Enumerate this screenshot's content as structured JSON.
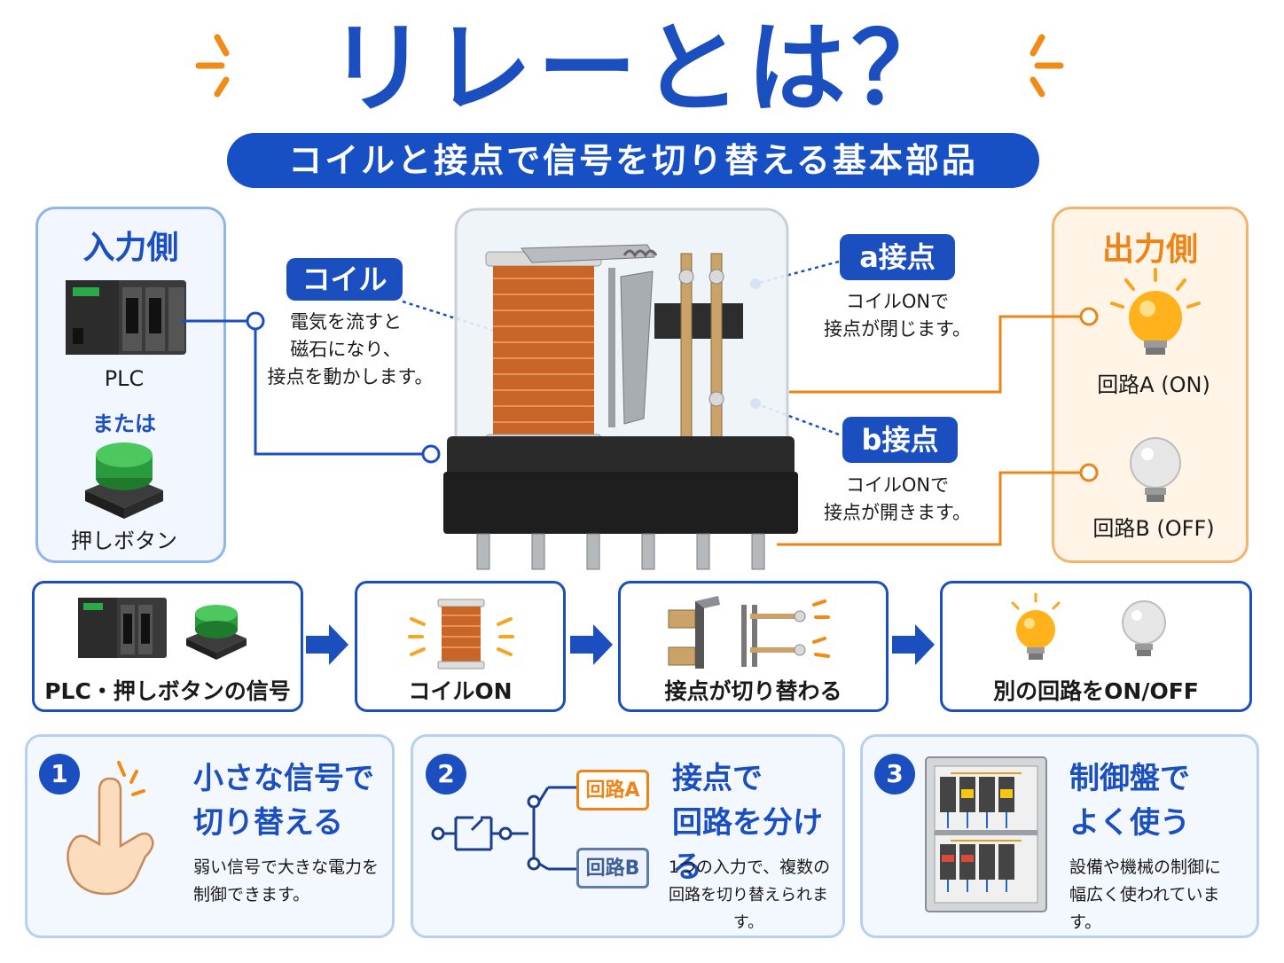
{
  "title": "リレーとは？",
  "subtitle": "コイルと接点で信号を切り替える基本部品",
  "input_side": {
    "title": "入力側",
    "plc_label": "PLC",
    "or_label": "または",
    "button_label": "押しボタン"
  },
  "output_side": {
    "title": "出力側",
    "circuit_a": "回路A (ON)",
    "circuit_b": "回路B (OFF)"
  },
  "callouts": {
    "coil": {
      "label": "コイル",
      "lines": [
        "電気を流すと",
        "磁石になり、",
        "接点を動かします。"
      ]
    },
    "a_contact": {
      "label": "a接点",
      "lines": [
        "コイルONで",
        "接点が閉じます。"
      ]
    },
    "b_contact": {
      "label": "b接点",
      "lines": [
        "コイルONで",
        "接点が開きます。"
      ]
    }
  },
  "flow": [
    {
      "label": "PLC・押しボタンの信号"
    },
    {
      "label": "コイルON"
    },
    {
      "label": "接点が切り替わる"
    },
    {
      "label": "別の回路をON/OFF"
    }
  ],
  "cards": [
    {
      "num": "1",
      "head1": "小さな信号で",
      "head2": "切り替える",
      "body1": "弱い信号で大きな電力を",
      "body2": "制御できます。",
      "icon": "finger-icon"
    },
    {
      "num": "2",
      "head1": "接点で",
      "head2": "回路を分ける",
      "body1": "1つの入力で、複数の",
      "body2": "回路を切り替えられます。",
      "tag_a": "回路A",
      "tag_b": "回路B",
      "icon": "branch-circuit-icon"
    },
    {
      "num": "3",
      "head1": "制御盤で",
      "head2": "よく使う",
      "body1": "設備や機械の制御に",
      "body2": "幅広く使われています。",
      "icon": "control-panel-icon"
    }
  ],
  "colors": {
    "blue": "#1b4fbf",
    "orange": "#ee8417",
    "copper": "#c8662a"
  }
}
